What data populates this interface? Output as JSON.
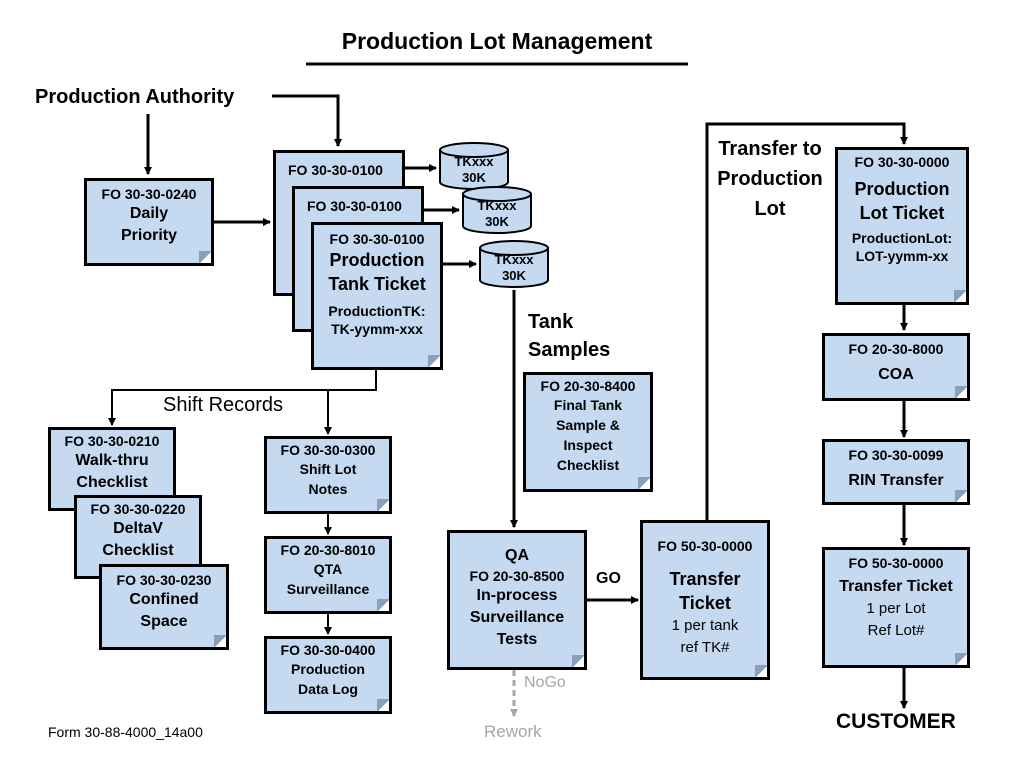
{
  "title": "Production Lot Management",
  "production_authority": "Production Authority",
  "daily_priority": {
    "code": "FO 30-30-0240",
    "line1": "Daily",
    "line2": "Priority"
  },
  "tank_ticket_stack": {
    "back_code": "FO 30-30-0100",
    "mid_code": "FO 30-30-0100",
    "front": {
      "code": "FO 30-30-0100",
      "line1": "Production",
      "line2": "Tank Ticket",
      "line3": "ProductionTK:",
      "line4": "TK-yymm-xxx"
    }
  },
  "tanks": [
    {
      "line1": "TKxxx",
      "line2": "30K"
    },
    {
      "line1": "TKxxx",
      "line2": "30K"
    },
    {
      "line1": "TKxxx",
      "line2": "30K"
    }
  ],
  "tank_samples_label": {
    "line1": "Tank",
    "line2": "Samples"
  },
  "final_tank": {
    "code": "FO 20-30-8400",
    "line1": "Final Tank",
    "line2": "Sample &",
    "line3": "Inspect",
    "line4": "Checklist"
  },
  "shift_records": "Shift Records",
  "walkthru": {
    "code": "FO 30-30-0210",
    "line1": "Walk-thru",
    "line2": "Checklist"
  },
  "deltav": {
    "code": "FO 30-30-0220",
    "line1": "DeltaV",
    "line2": "Checklist"
  },
  "confined": {
    "code": "FO 30-30-0230",
    "line1": "Confined",
    "line2": "Space"
  },
  "shift_lot": {
    "code": "FO 30-30-0300",
    "line1": "Shift Lot",
    "line2": "Notes"
  },
  "qta": {
    "code": "FO 20-30-8010",
    "line1": "QTA",
    "line2": "Surveillance"
  },
  "prod_data": {
    "code": "FO 30-30-0400",
    "line1": "Production",
    "line2": "Data Log"
  },
  "qa": {
    "line1": "QA",
    "code": "FO 20-30-8500",
    "line2": "In-process",
    "line3": "Surveillance",
    "line4": "Tests"
  },
  "go": "GO",
  "nogo": "NoGo",
  "rework": "Rework",
  "transfer_ticket_tank": {
    "code": "FO 50-30-0000",
    "line1": "Transfer",
    "line2": "Ticket",
    "line3": "1 per tank",
    "line4": "ref TK#"
  },
  "transfer_to_lot": {
    "line1": "Transfer to",
    "line2": "Production",
    "line3": "Lot"
  },
  "prod_lot_ticket": {
    "code": "FO 30-30-0000",
    "line1": "Production",
    "line2": "Lot Ticket",
    "line3": "ProductionLot:",
    "line4": "LOT-yymm-xx"
  },
  "coa": {
    "code": "FO 20-30-8000",
    "line1": "COA"
  },
  "rin": {
    "code": "FO 30-30-0099",
    "line1": "RIN Transfer"
  },
  "transfer_ticket_lot": {
    "code": "FO 50-30-0000",
    "line1": "Transfer Ticket",
    "line2": "1 per Lot",
    "line3": "Ref Lot#"
  },
  "customer": "CUSTOMER",
  "form_id": "Form 30-88-4000_14a00",
  "colors": {
    "box_fill": "#c5d9f1",
    "line": "#000000",
    "nogo_gray": "#a6a6a6"
  }
}
